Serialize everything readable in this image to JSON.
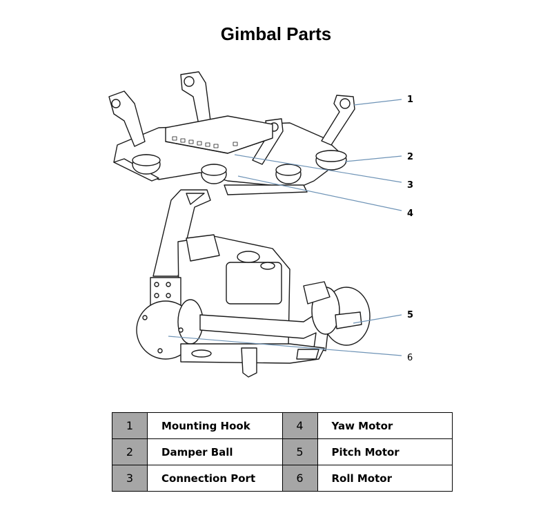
{
  "title": "Gimbal Parts",
  "callouts": [
    {
      "num": "1"
    },
    {
      "num": "2"
    },
    {
      "num": "3"
    },
    {
      "num": "4"
    },
    {
      "num": "5"
    },
    {
      "num": "6"
    }
  ],
  "parts_table": {
    "rows": [
      [
        {
          "num": "1",
          "label": "Mounting Hook"
        },
        {
          "num": "4",
          "label": "Yaw Motor"
        }
      ],
      [
        {
          "num": "2",
          "label": "Damper Ball"
        },
        {
          "num": "5",
          "label": "Pitch Motor"
        }
      ],
      [
        {
          "num": "3",
          "label": "Connection Port"
        },
        {
          "num": "6",
          "label": "Roll Motor"
        }
      ]
    ]
  },
  "colors": {
    "leader_line": "#6e93b6",
    "table_number_bg": "#a6a6a6",
    "drawing": "#1a1a1a"
  }
}
